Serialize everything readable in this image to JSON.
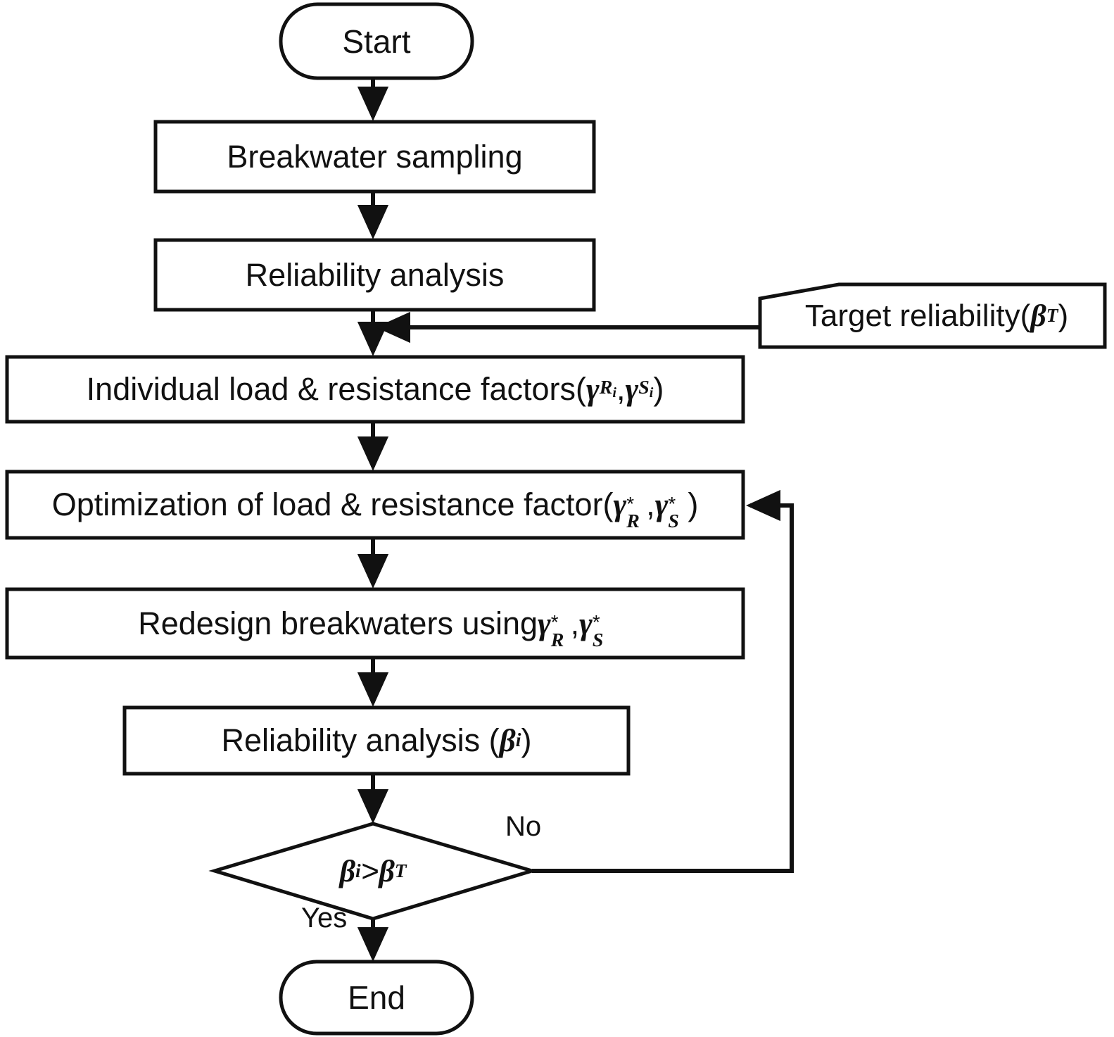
{
  "diagram": {
    "title": "Breakwater load and resistance factor optimization flowchart",
    "type": "flowchart",
    "stroke_color": "#111111",
    "fill_color": "#ffffff",
    "nodes": [
      {
        "id": "start",
        "shape": "terminator",
        "label": "Start"
      },
      {
        "id": "sampling",
        "shape": "process",
        "label": "Breakwater sampling"
      },
      {
        "id": "reliability1",
        "shape": "process",
        "label": "Reliability analysis"
      },
      {
        "id": "target",
        "shape": "document",
        "label": "Target reliability(βT)"
      },
      {
        "id": "factors",
        "shape": "process",
        "label": "Individual load & resistance factors(γRi, γSi)"
      },
      {
        "id": "optimization",
        "shape": "process",
        "label": "Optimization of load & resistance factor(γ*R, γ*S)"
      },
      {
        "id": "redesign",
        "shape": "process",
        "label": "Redesign breakwaters using γ*R, γ*S"
      },
      {
        "id": "reliability2",
        "shape": "process",
        "label": "Reliability analysis (βi)"
      },
      {
        "id": "decision",
        "shape": "decision",
        "label": "βi > βT"
      },
      {
        "id": "end",
        "shape": "terminator",
        "label": "End"
      }
    ],
    "node_text": {
      "start": "Start",
      "sampling": "Breakwater sampling",
      "reliability1": "Reliability analysis",
      "target_prefix": "Target reliability(",
      "target_suffix": ")",
      "target_gamma": "β",
      "target_sub": "T",
      "factors_prefix": "Individual load & resistance factors(",
      "factors_mid": ",",
      "factors_suffix": ")",
      "optimization_prefix": "Optimization of load & resistance factor(",
      "optimization_mid": ",",
      "optimization_suffix": ")",
      "redesign_prefix": "Redesign breakwaters using ",
      "redesign_mid": ",",
      "reliability2_prefix": "Reliability analysis (",
      "reliability2_suffix": ")",
      "decision_op": " > ",
      "end": "End",
      "gamma": "γ",
      "beta": "β",
      "sub_R": "R",
      "sub_S": "S",
      "sub_i": "i",
      "sub_T": "T",
      "star": "*"
    },
    "edges": [
      {
        "from": "start",
        "to": "sampling",
        "label": ""
      },
      {
        "from": "sampling",
        "to": "reliability1",
        "label": ""
      },
      {
        "from": "reliability1",
        "to": "factors",
        "label": ""
      },
      {
        "from": "target",
        "to": "factors",
        "label": ""
      },
      {
        "from": "factors",
        "to": "optimization",
        "label": ""
      },
      {
        "from": "optimization",
        "to": "redesign",
        "label": ""
      },
      {
        "from": "redesign",
        "to": "reliability2",
        "label": ""
      },
      {
        "from": "reliability2",
        "to": "decision",
        "label": ""
      },
      {
        "from": "decision",
        "to": "end",
        "label": "Yes"
      },
      {
        "from": "decision",
        "to": "optimization",
        "label": "No"
      }
    ],
    "edge_labels": {
      "yes": "Yes",
      "no": "No"
    }
  }
}
